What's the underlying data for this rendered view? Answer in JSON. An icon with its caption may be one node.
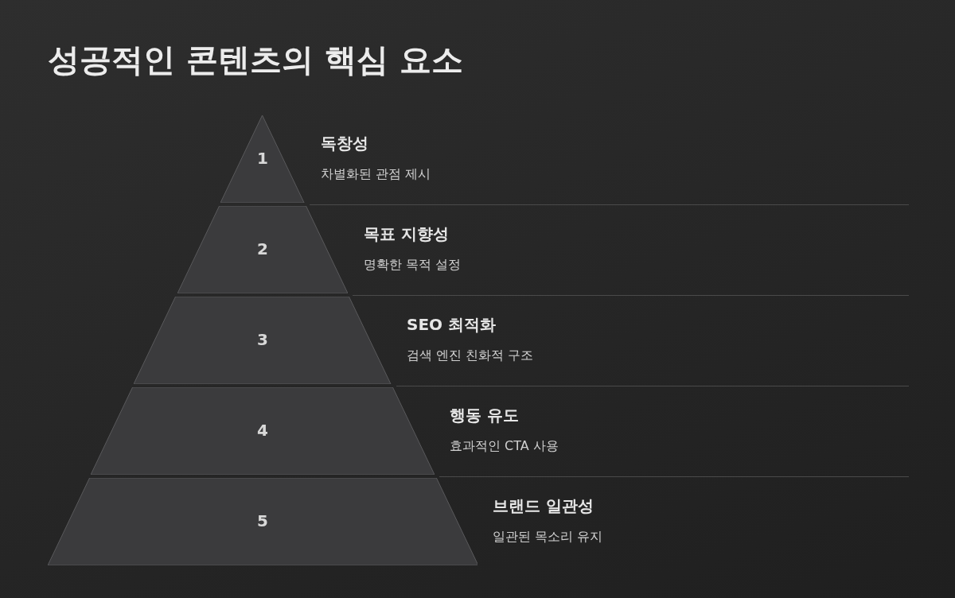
{
  "diagram": {
    "title": "성공적인 콘텐츠의 핵심 요소",
    "nodes": [
      {
        "text": [
          "1"
        ],
        "beside": [
          "독창성",
          "차별화된 관점 제시"
        ]
      },
      {
        "text": [
          "2"
        ],
        "beside": [
          "목표 지향성",
          "명확한 목적 설정"
        ]
      },
      {
        "text": [
          "3"
        ],
        "beside": [
          "SEO 최적화",
          "검색 엔진 친화적 구조"
        ]
      },
      {
        "text": [
          "4"
        ],
        "beside": [
          "행동 유도",
          "효과적인 CTA 사용"
        ]
      },
      {
        "text": [
          "5"
        ],
        "beside": [
          "브랜드 일관성",
          "일관된 목소리 유지"
        ]
      }
    ],
    "edges": []
  }
}
